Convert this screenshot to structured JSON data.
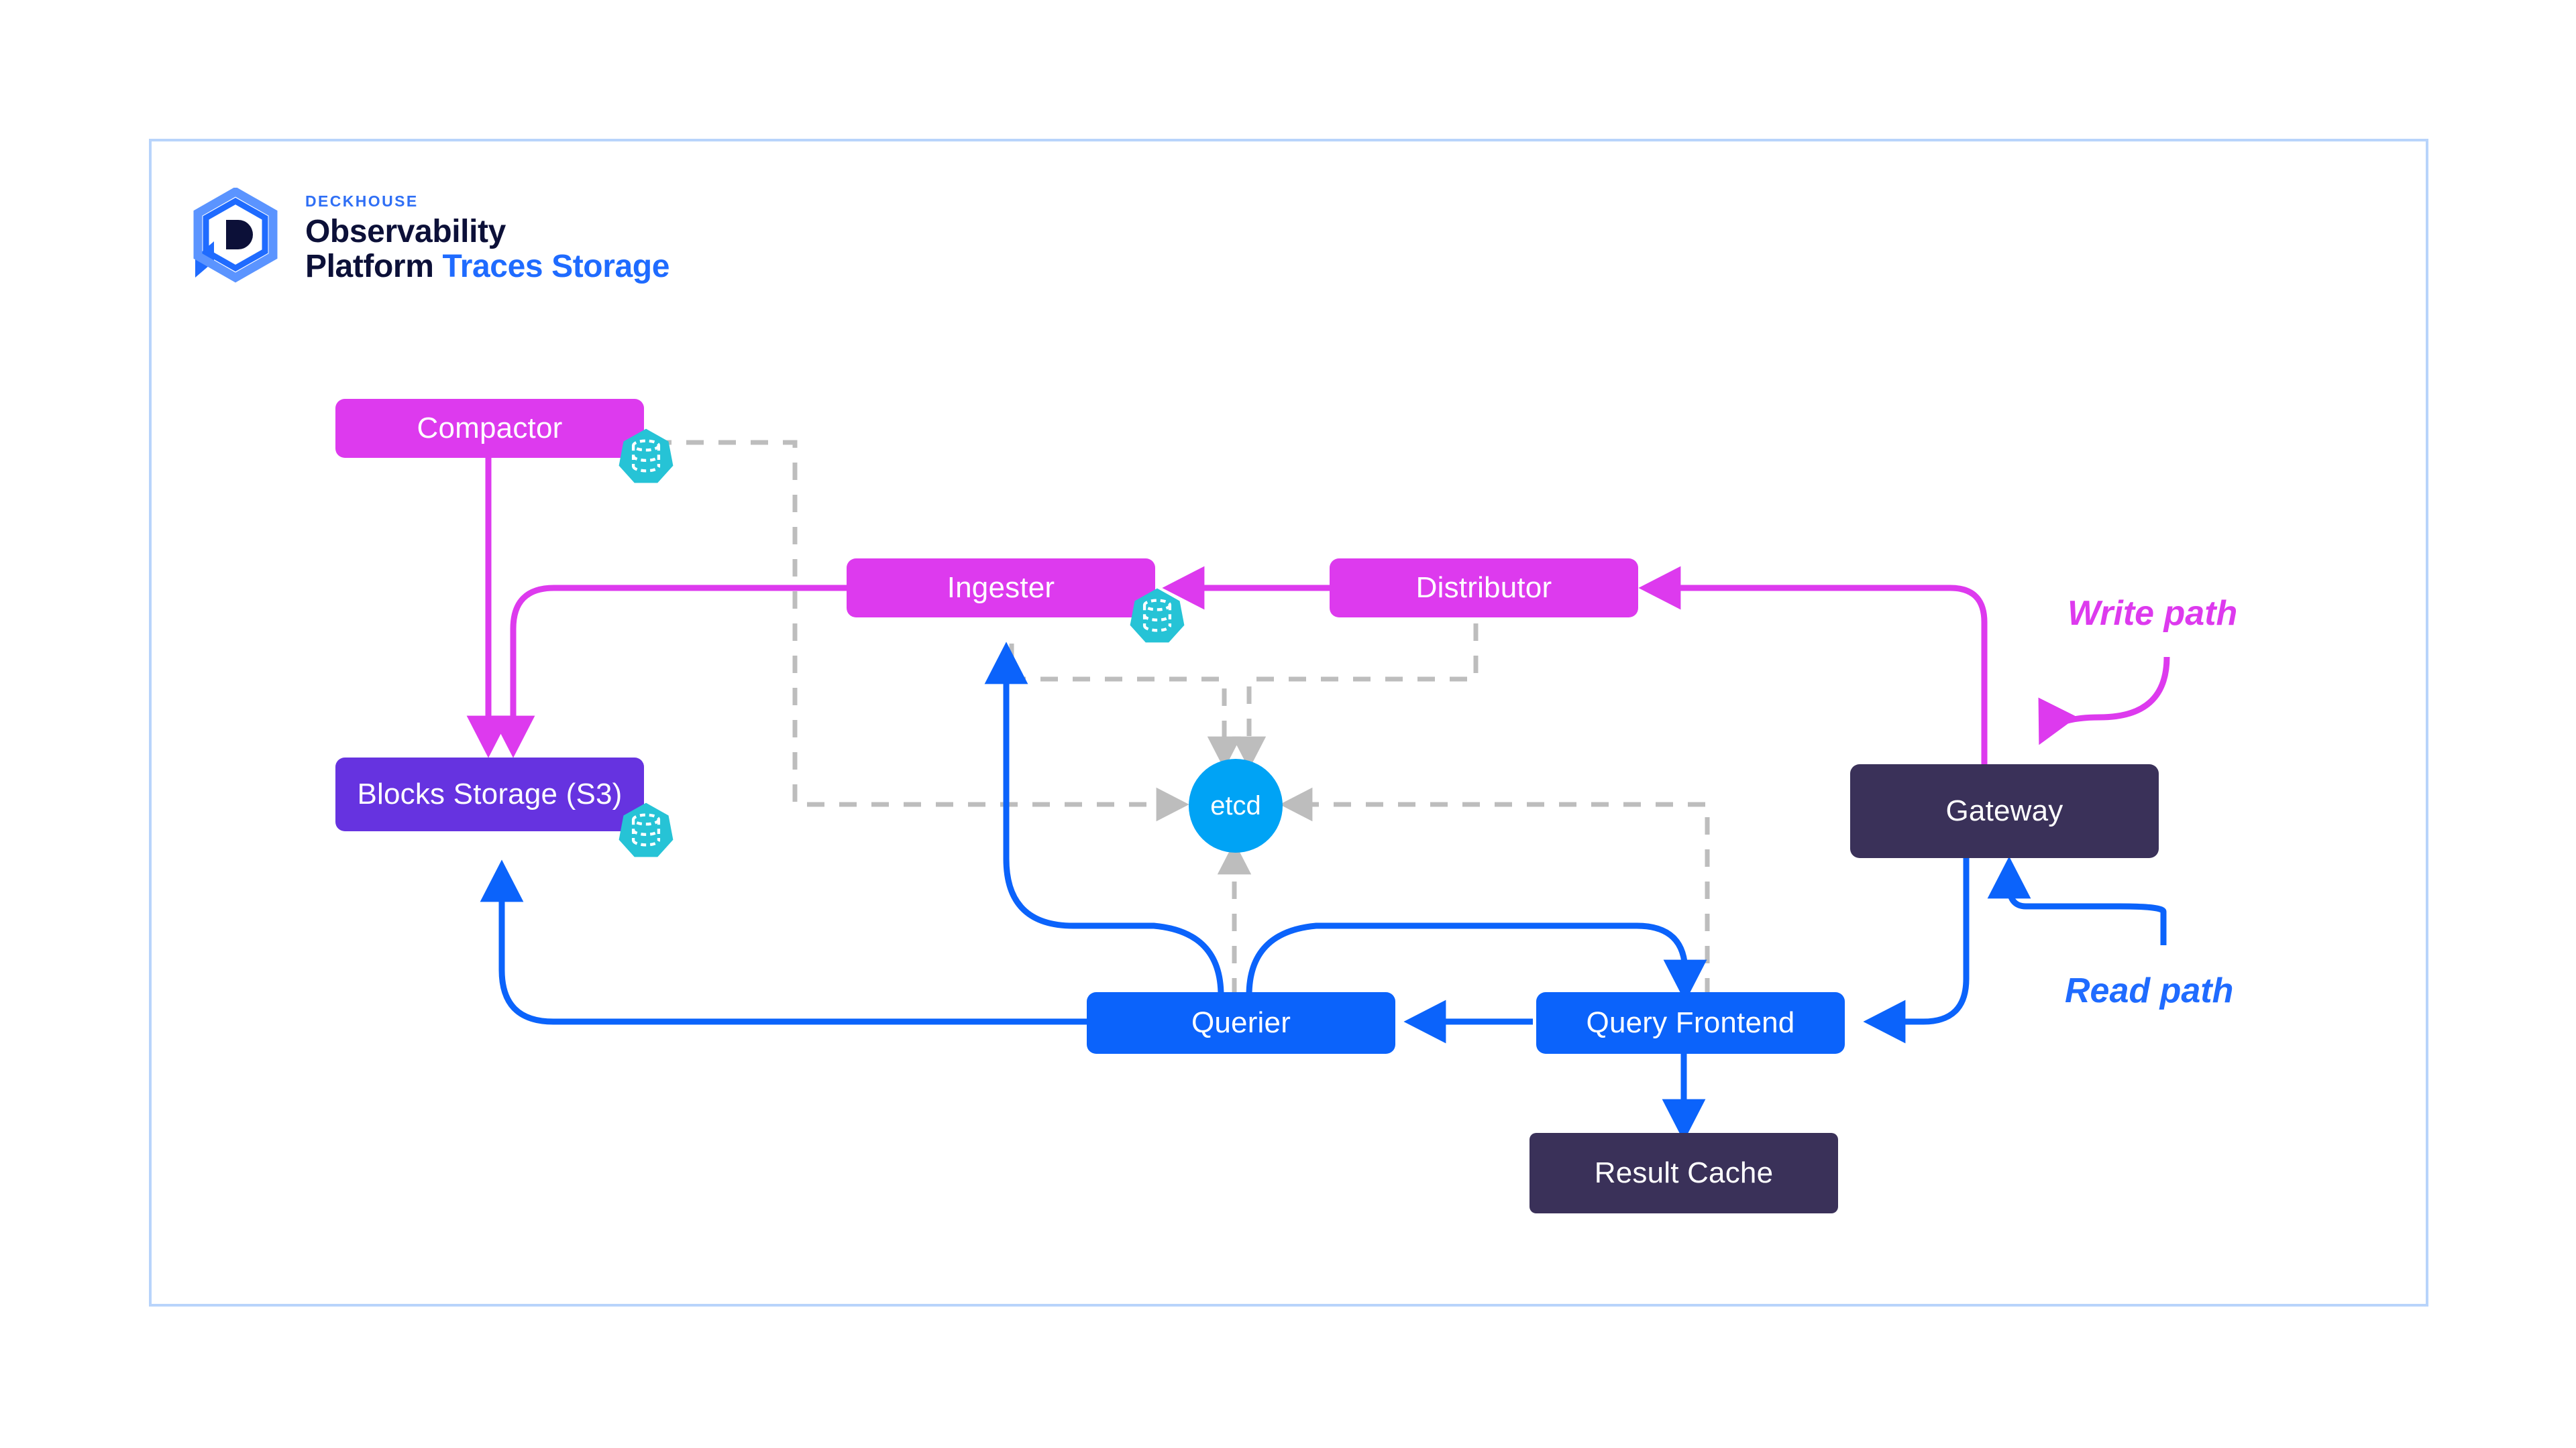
{
  "brand": {
    "kicker": "DECKHOUSE",
    "line1": "Observability",
    "line2_primary": "Platform",
    "line2_accent": "Traces Storage",
    "logo_icon": "deckhouse-hexagon-d-logo"
  },
  "colors": {
    "frame_border": "#b8d4fb",
    "magenta": "#dd3aee",
    "indigo": "#6633e0",
    "blue": "#0b63fb",
    "dark": "#3a3159",
    "etcd": "#00a3f5",
    "badge_teal": "#26c3d6",
    "dashed_gray": "#bdbdbd",
    "write_path": "#dd3aee",
    "read_path": "#1f6bff"
  },
  "nodes": [
    {
      "id": "compactor",
      "label": "Compactor",
      "style": "magenta",
      "stateful": true
    },
    {
      "id": "ingester",
      "label": "Ingester",
      "style": "magenta",
      "stateful": true
    },
    {
      "id": "distributor",
      "label": "Distributor",
      "style": "magenta",
      "stateful": false
    },
    {
      "id": "blocks-storage",
      "label": "Blocks Storage (S3)",
      "style": "indigo",
      "stateful": true
    },
    {
      "id": "etcd",
      "label": "etcd",
      "style": "circle",
      "stateful": false
    },
    {
      "id": "gateway",
      "label": "Gateway",
      "style": "dark",
      "stateful": false
    },
    {
      "id": "querier",
      "label": "Querier",
      "style": "blue",
      "stateful": false
    },
    {
      "id": "query-frontend",
      "label": "Query Frontend",
      "style": "blue",
      "stateful": false
    },
    {
      "id": "result-cache",
      "label": "Result Cache",
      "style": "dark",
      "stateful": false
    }
  ],
  "legend": [
    {
      "id": "write-path",
      "label": "Write path",
      "color": "#dd3aee"
    },
    {
      "id": "read-path",
      "label": "Read path",
      "color": "#1f6bff"
    }
  ],
  "edges": [
    {
      "from": "gateway",
      "to": "distributor",
      "kind": "write"
    },
    {
      "from": "distributor",
      "to": "ingester",
      "kind": "write"
    },
    {
      "from": "ingester",
      "to": "blocks-storage",
      "kind": "write"
    },
    {
      "from": "compactor",
      "to": "blocks-storage",
      "kind": "write"
    },
    {
      "from": "gateway",
      "to": "query-frontend",
      "kind": "read"
    },
    {
      "from": "query-frontend",
      "to": "querier",
      "kind": "read"
    },
    {
      "from": "query-frontend",
      "to": "result-cache",
      "kind": "read"
    },
    {
      "from": "querier",
      "to": "ingester",
      "kind": "read"
    },
    {
      "from": "querier",
      "to": "blocks-storage",
      "kind": "read"
    },
    {
      "from": "compactor",
      "to": "etcd",
      "kind": "control"
    },
    {
      "from": "ingester",
      "to": "etcd",
      "kind": "control"
    },
    {
      "from": "distributor",
      "to": "etcd",
      "kind": "control"
    },
    {
      "from": "querier",
      "to": "etcd",
      "kind": "control"
    },
    {
      "from": "query-frontend",
      "to": "etcd",
      "kind": "control"
    }
  ]
}
